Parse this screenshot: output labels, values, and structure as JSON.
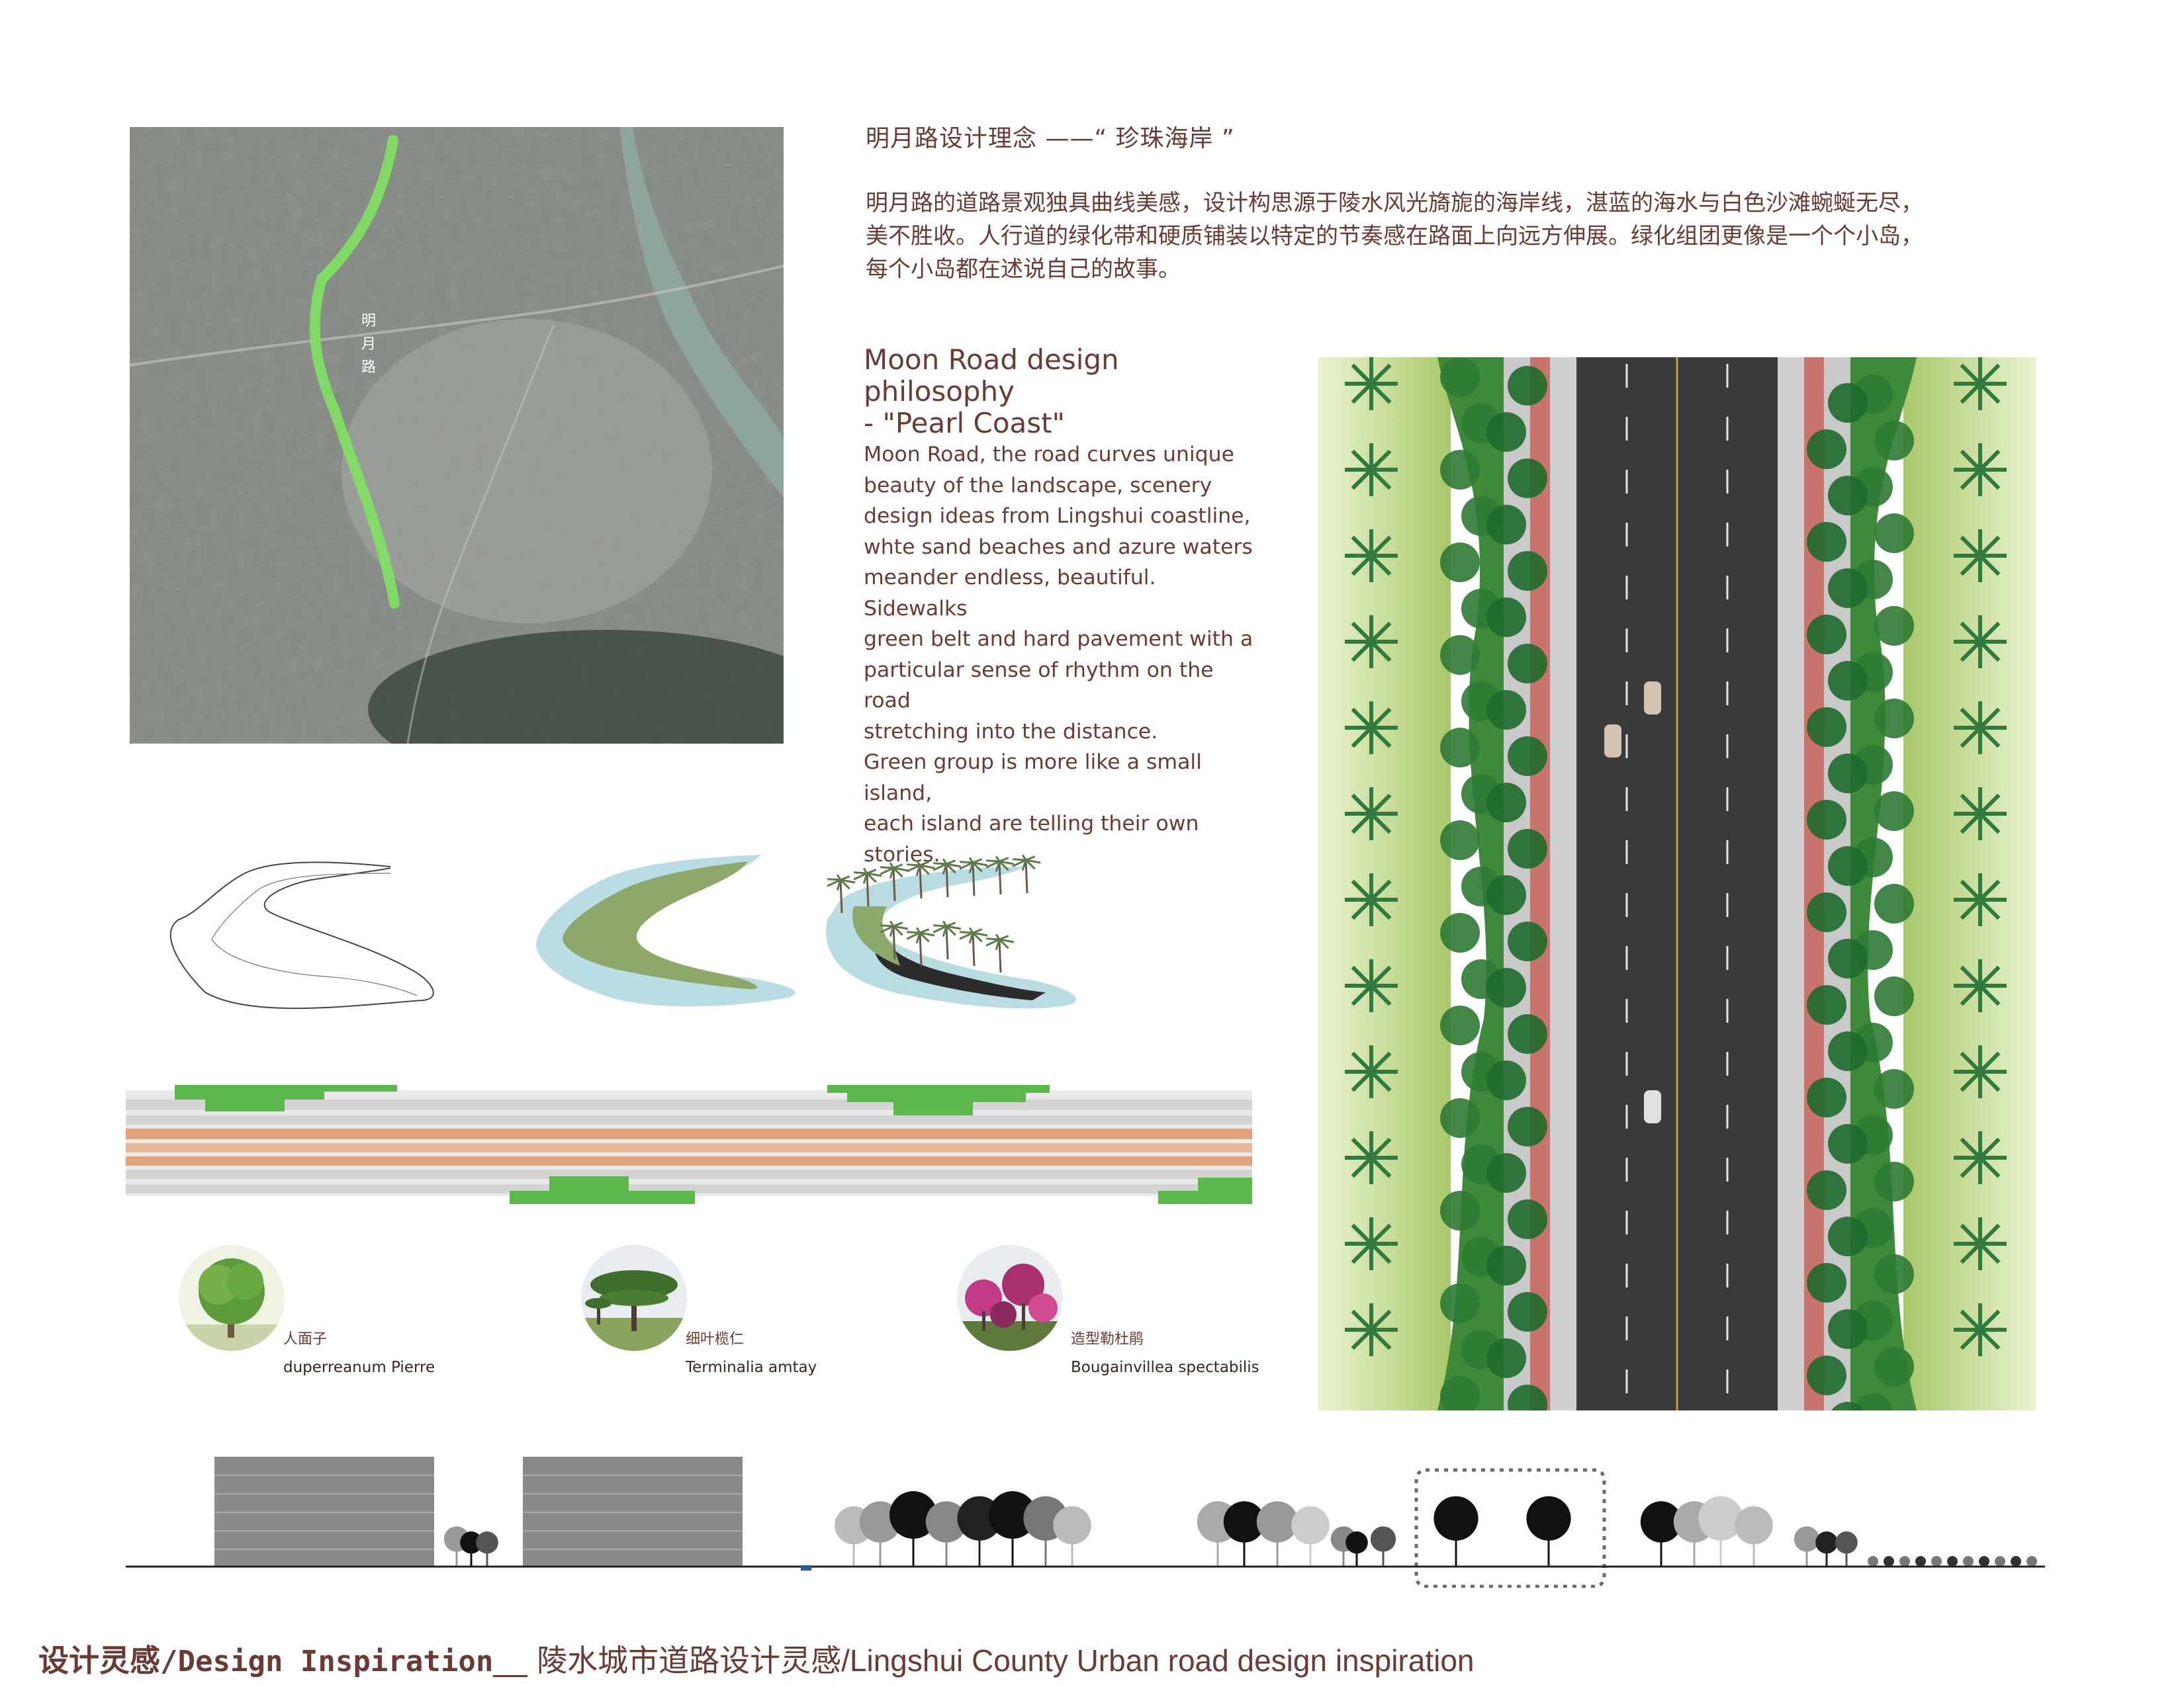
{
  "map": {
    "road_label_chars": [
      "明",
      "月",
      "路"
    ]
  },
  "cn": {
    "title": "明月路设计理念 ——“ 珍珠海岸 ”",
    "body_lines": [
      "明月路的道路景观独具曲线美感，设计构思源于陵水风光旖旎的海岸线，湛蓝的海水与白色沙滩蜿蜒无尽，",
      "美不胜收。人行道的绿化带和硬质铺装以特定的节奏感在路面上向远方伸展。绿化组团更像是一个个小岛，",
      "每个小岛都在述说自己的故事。"
    ]
  },
  "en": {
    "title_line1": "Moon Road design philosophy",
    "title_line2": "- \"Pearl Coast\"",
    "body_lines": [
      "Moon Road, the road curves unique",
      "beauty of the landscape, scenery",
      "design ideas from Lingshui coastline,",
      "whte sand beaches and azure waters",
      "meander endless, beautiful. Sidewalks",
      "green belt and hard pavement with a",
      "particular sense of rhythm on the road",
      "stretching into the distance.",
      "Green group is more like a small island,",
      "each island are telling their own stories."
    ]
  },
  "plants": [
    {
      "cn": "人面子",
      "en": "duperreanum Pierre",
      "icon": "tree-photo-icon"
    },
    {
      "cn": "细叶榄仁",
      "en": "Terminalia amtay",
      "icon": "tree-photo-icon"
    },
    {
      "cn": "造型勒杜鹃",
      "en": "Bougainvillea spectabilis",
      "icon": "flower-tree-photo-icon"
    }
  ],
  "footer": {
    "cn": "设计灵感",
    "en_mono": "/Design Inspiration",
    "sep": "__",
    "cn2": "陵水城市道路设计灵感",
    "en2": "/Lingshui County Urban road design inspiration"
  },
  "colors": {
    "text_brown": "#6b3a32",
    "road_dark": "#3a3a3c",
    "grass": "#b9d27a",
    "green_band": "#5cb84a",
    "pavement_orange": "#e0a37a"
  }
}
